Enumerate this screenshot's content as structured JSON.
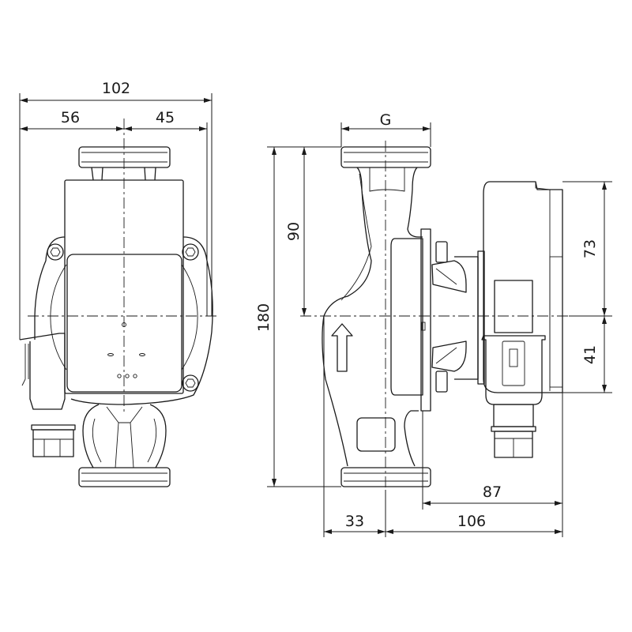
{
  "drawing": {
    "front_view": {
      "width_total": "102",
      "width_left": "56",
      "width_right": "45"
    },
    "side_view": {
      "connection": "G",
      "height_total": "180",
      "height_to_axis": "90",
      "motor_above_axis": "73",
      "motor_below_axis": "41",
      "depth_motor": "87",
      "depth_left": "33",
      "depth_right": "106"
    },
    "colors": {
      "line": "#1a1a1a",
      "background": "#ffffff"
    }
  }
}
